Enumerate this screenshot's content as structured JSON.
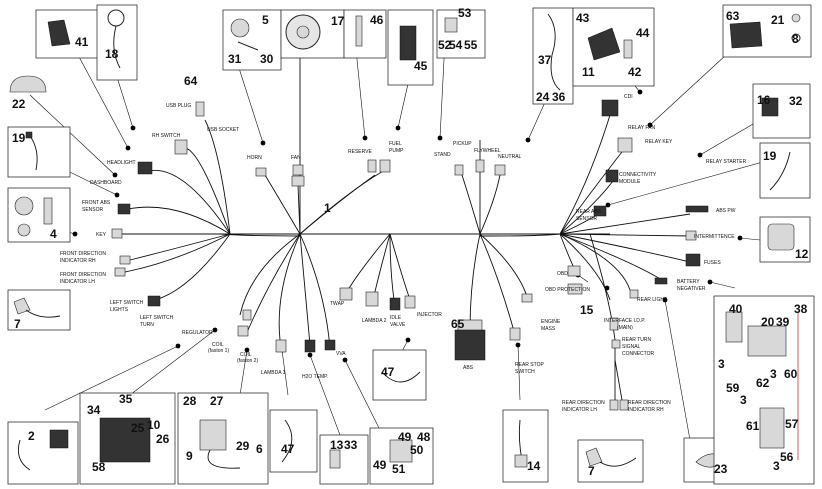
{
  "callouts": {
    "n1": "1",
    "n2": "2",
    "n3a": "3",
    "n3b": "3",
    "n3c": "3",
    "n3d": "3",
    "n4": "4",
    "n5": "5",
    "n6": "6",
    "n7a": "7",
    "n7b": "7",
    "n8": "8",
    "n9": "9",
    "n10": "10",
    "n11": "11",
    "n12": "12",
    "n13": "13",
    "n14": "14",
    "n15": "15",
    "n16": "16",
    "n17": "17",
    "n18": "18",
    "n19a": "19",
    "n19b": "19",
    "n20": "20",
    "n21": "21",
    "n22": "22",
    "n23": "23",
    "n24": "24",
    "n25": "25",
    "n26": "26",
    "n27": "27",
    "n28": "28",
    "n29": "29",
    "n30": "30",
    "n31": "31",
    "n32": "32",
    "n33": "33",
    "n34": "34",
    "n35": "35",
    "n36": "36",
    "n37": "37",
    "n38": "38",
    "n39": "39",
    "n40": "40",
    "n41": "41",
    "n42": "42",
    "n43": "43",
    "n44": "44",
    "n45": "45",
    "n46": "46",
    "n47a": "47",
    "n47b": "47",
    "n48": "48",
    "n49a": "49",
    "n49b": "49",
    "n50": "50",
    "n51": "51",
    "n52": "52",
    "n53": "53",
    "n54": "54",
    "n55": "55",
    "n56": "56",
    "n57": "57",
    "n58": "58",
    "n59": "59",
    "n60": "60",
    "n61": "61",
    "n62": "62",
    "n63": "63",
    "n64": "64",
    "n65": "65"
  },
  "labels": {
    "usb_plug": "USB PLUG",
    "rh_switch": "RH SWITCH",
    "usb_socket": "USB SOCKET",
    "headlight": "HEADLIGHT",
    "dashboard": "DASHBOARD",
    "front_abs_1": "FRONT ABS",
    "front_abs_2": "SENSOR",
    "key": "KEY",
    "fdi_rh_1": "FRONT DIRECTION",
    "fdi_rh_2": "INDICATOR RH",
    "fdi_lh_1": "FRONT DIRECTION",
    "fdi_lh_2": "INDICATOR LH",
    "lsl_1": "LEFT SWITCH",
    "lsl_2": "LIGHTS",
    "lst_1": "LEFT SWITCH",
    "lst_2": "TURN",
    "horn": "HORN",
    "fan": "FAN",
    "reserve": "RESERVE",
    "fuel_1": "FUEL",
    "fuel_2": "PUMP",
    "pickup": "PICKUP",
    "stand": "STAND",
    "flywheel": "FLYWHEEL",
    "neutral": "NEUTRAL",
    "cdi": "CDI",
    "relay_fan": "RELAY FAN",
    "relay_key": "RELAY KEY",
    "conn_1": "CONNECTIVITY",
    "conn_2": "MODULE",
    "relay_starter": "RELAY STARTER",
    "rear_abs_1": "REAR ABS",
    "rear_abs_2": "SENSOR",
    "abs_pw": "ABS PW",
    "intermittence": "INTERMITTENCE",
    "fuses": "FUSES",
    "battery_1": "BATTERY",
    "battery_2": "NEGATIVER",
    "obd": "OBD",
    "obd_protection": "OBD PROTECTION",
    "rear_light": "REAR LIGHT",
    "regulator": "REGULATOR",
    "coil1_1": "COIL",
    "coil1_2": "(faston 1)",
    "coil2_1": "COIL",
    "coil2_2": "(faston 2)",
    "lambda1": "LAMBDA 1",
    "h2o": "H2O TEMP.",
    "vva": "VVA",
    "twap": "TWAP",
    "lambda2": "LAMBDA 2",
    "idle_1": "IDLE",
    "idle_2": "VALVE",
    "injector": "INJECTOR",
    "abs": "ABS",
    "engine_mass_1": "ENGINE",
    "engine_mass_2": "MASS",
    "rear_stop_1": "REAR STOP",
    "rear_stop_2": "SWITCH",
    "interface_1": "INTERFACE I.D.P.",
    "interface_2": "(MAIN)",
    "rts_1": "REAR TURN",
    "rts_2": "SIGNAL",
    "rts_3": "CONNECTOR",
    "rdi_lh_1": "REAR DIRECTION",
    "rdi_lh_2": "INDICATOR LH",
    "rdi_rh_1": "REAR DIRECTION",
    "rdi_rh_2": "INDICATOR RH"
  }
}
